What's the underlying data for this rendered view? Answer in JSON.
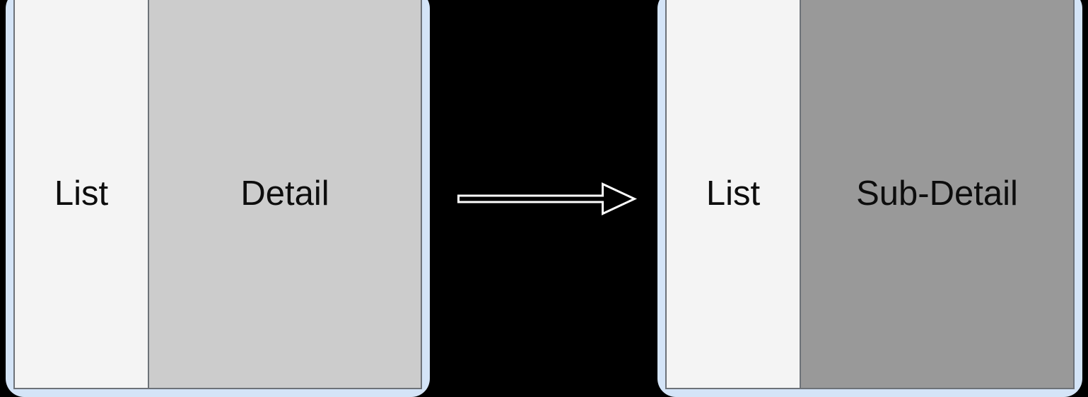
{
  "diagram": {
    "type": "ui-navigation-flow",
    "background_color": "#000000",
    "arrow": {
      "name": "transition-arrow",
      "direction": "right",
      "stroke_color": "#ffffff",
      "fill_color": "#000000",
      "label": ""
    },
    "screens": [
      {
        "id": "screen-before",
        "frame_color": "#d4e4f7",
        "frame_border_color": "#6d7278",
        "panes": [
          {
            "id": "list-pane-left",
            "label": "List",
            "color": "#f4f4f4",
            "role": "master"
          },
          {
            "id": "detail-pane",
            "label": "Detail",
            "color": "#cccccc",
            "role": "detail"
          }
        ]
      },
      {
        "id": "screen-after",
        "frame_color": "#d4e4f7",
        "frame_border_color": "#6d7278",
        "panes": [
          {
            "id": "list-pane-right",
            "label": "List",
            "color": "#f4f4f4",
            "role": "master"
          },
          {
            "id": "sub-detail-pane",
            "label": "Sub-Detail",
            "color": "#999999",
            "role": "sub-detail"
          }
        ]
      }
    ]
  }
}
